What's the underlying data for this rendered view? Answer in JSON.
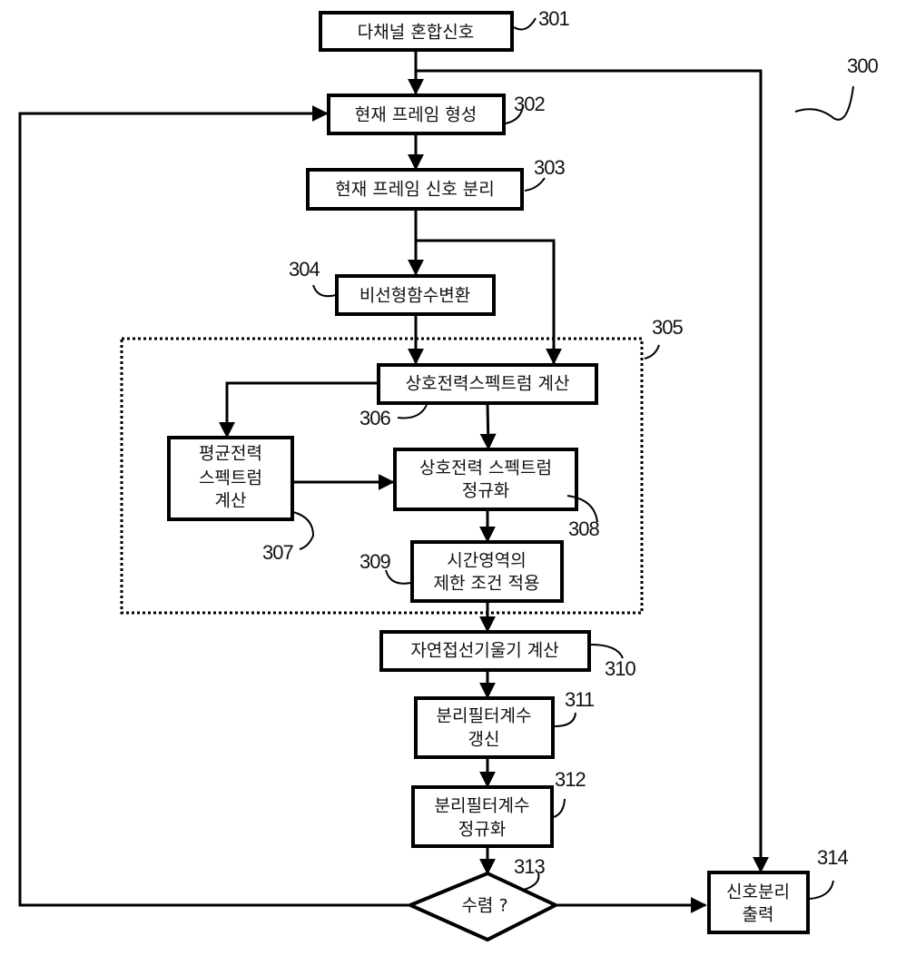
{
  "figure": {
    "ref": "300",
    "steps": {
      "s301": {
        "ref": "301",
        "label": "다채널 혼합신호"
      },
      "s302": {
        "ref": "302",
        "label": "현재 프레임 형성"
      },
      "s303": {
        "ref": "303",
        "label": "현재 프레임 신호 분리"
      },
      "s304": {
        "ref": "304",
        "label": "비선형함수변환"
      },
      "s305": {
        "ref": "305"
      },
      "s306": {
        "ref": "306",
        "label": "상호전력스펙트럼 계산"
      },
      "s307": {
        "ref": "307",
        "line1": "평균전력",
        "line2": "스펙트럼",
        "line3": "계산"
      },
      "s308": {
        "ref": "308",
        "line1": "상호전력 스펙트럼",
        "line2": "정규화"
      },
      "s309": {
        "ref": "309",
        "line1": "시간영역의",
        "line2": "제한 조건 적용"
      },
      "s310": {
        "ref": "310",
        "label": "자연접선기울기 계산"
      },
      "s311": {
        "ref": "311",
        "line1": "분리필터계수",
        "line2": "갱신"
      },
      "s312": {
        "ref": "312",
        "line1": "분리필터계수",
        "line2": "정규화"
      },
      "s313": {
        "ref": "313",
        "label": "수렴 ?"
      },
      "s314": {
        "ref": "314",
        "line1": "신호분리",
        "line2": "출력"
      }
    }
  }
}
